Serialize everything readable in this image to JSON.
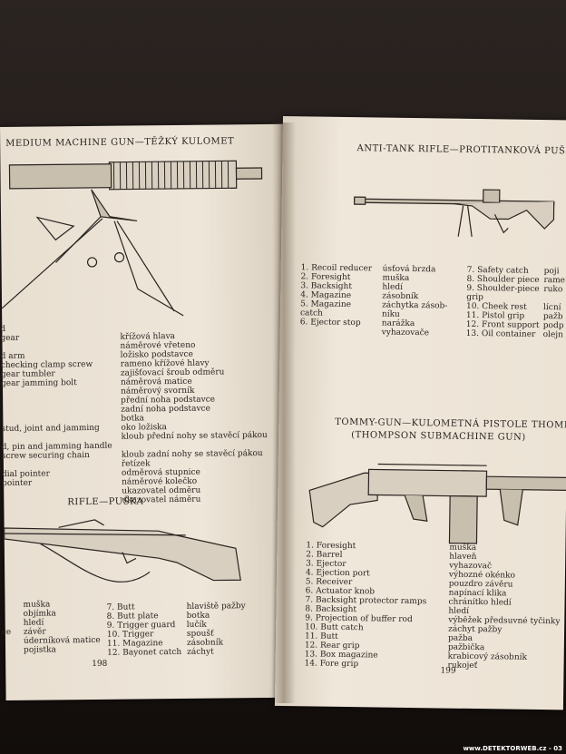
{
  "left": {
    "title": "MEDIUM MACHINE GUN—TĚŽKÝ KULOMET",
    "mg_en": [
      "d",
      "gear",
      "",
      "d arm",
      "checking clamp screw",
      "gear tumbler",
      "gear jamming bolt",
      "",
      "",
      "",
      "",
      "stud, joint and jamming",
      "",
      "d, pin and jamming handle",
      "screw securing chain",
      "",
      "dial pointer",
      "pointer"
    ],
    "mg_cz": [
      "křížová hlava",
      "náměrové vřeteno",
      "ložisko podstavce",
      "rameno křížové hlavy",
      "zajišťovací šroub odměru",
      "náměrová matice",
      "náměrový svorník",
      "přední noha podstavce",
      "zadní noha podstavce",
      "botka",
      "oko ložiska",
      "kloub přední nohy se stavěcí pákou",
      "",
      "kloub zadní nohy se stavěcí pákou",
      "řetízek",
      "odměrová stupnice",
      "náměrové kolečko",
      "ukazovatel odměru",
      "ukazovatel náměru"
    ],
    "rifle_title": "RIFLE—PUŠKA",
    "rifle_cz1": [
      "muška",
      "objímka",
      "hledí",
      "závěr",
      "úderníková matice",
      "pojistka"
    ],
    "rifle_en1": [
      "",
      "",
      "",
      "ce",
      "",
      ""
    ],
    "rifle_en2": [
      "7. Butt",
      "8. Butt plate",
      "9. Trigger guard",
      "10. Trigger",
      "11. Magazine",
      "12. Bayonet catch"
    ],
    "rifle_cz2": [
      "hlaviště pažby",
      "botka",
      "lučík",
      "spoušť",
      "zásobník",
      "záchyt"
    ],
    "page_number": "198"
  },
  "right": {
    "title": "ANTI-TANK RIFLE—PROTITANKOVÁ PUŠKA",
    "atr_en": [
      "1. Recoil reducer",
      "2. Foresight",
      "3. Backsight",
      "4. Magazine",
      "5. Magazine",
      "   catch",
      "6. Ejector stop"
    ],
    "atr_cz": [
      "úsťová brzda",
      "muška",
      "hledí",
      "zásobník",
      "záchytka zásob-",
      "níku",
      "narážka",
      "   vyhazovače"
    ],
    "atr_en2": [
      "7. Safety catch",
      "8. Shoulder piece",
      "9. Shoulder-piece",
      "   grip",
      "10. Cheek rest",
      "11. Pistol grip",
      "12. Front support",
      "13. Oil container"
    ],
    "atr_cz2": [
      "poji",
      "rame",
      "ruko",
      "",
      "lícní",
      "pažb",
      "podp",
      "olejn"
    ],
    "tommy_title": "TOMMY-GUN—KULOMETNÁ PISTOLE THOMPSON",
    "tommy_sub": "(THOMPSON SUBMACHINE GUN)",
    "tommy_en": [
      "1. Foresight",
      "2. Barrel",
      "3. Ejector",
      "4. Ejection port",
      "5. Receiver",
      "6. Actuator knob",
      "7. Backsight protector ramps",
      "8. Backsight",
      "9. Projection of buffer rod",
      "10. Butt catch",
      "11. Butt",
      "12. Rear grip",
      "13. Box magazine",
      "14. Fore grip"
    ],
    "tommy_cz": [
      "muška",
      "hlaveň",
      "vyhazovač",
      "výhozné okénko",
      "pouzdro závěru",
      "napínací klika",
      "chránítko hledí",
      "hledí",
      "výběžek předsuvné tyčinky",
      "záchyt pažby",
      "pažba",
      "pažbička",
      "krabicový zásobník",
      "rukojeť"
    ],
    "page_number": "199"
  },
  "watermark": "www.DETEKTORWEB.cz - 03"
}
